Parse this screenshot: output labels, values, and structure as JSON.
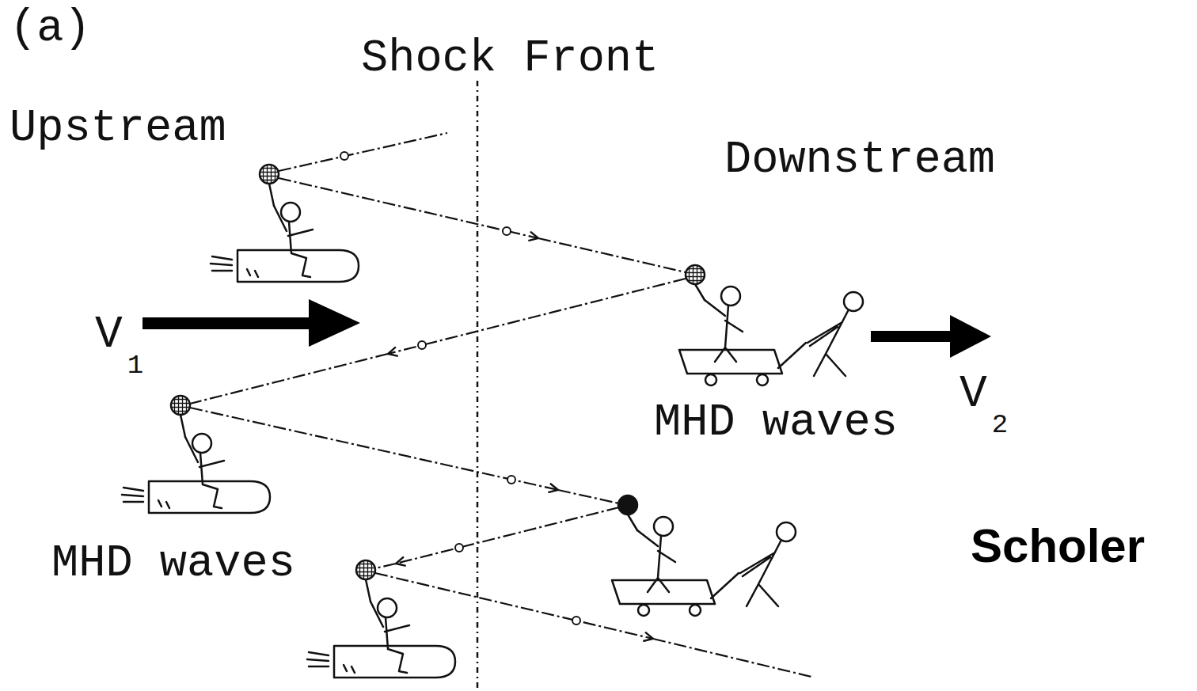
{
  "diagram": {
    "labels": [
      "(a)",
      "Shock Front",
      "Upstream",
      "Downstream",
      "V1",
      "MHD waves",
      "V2",
      "MHD waves",
      "Scholer"
    ]
  }
}
